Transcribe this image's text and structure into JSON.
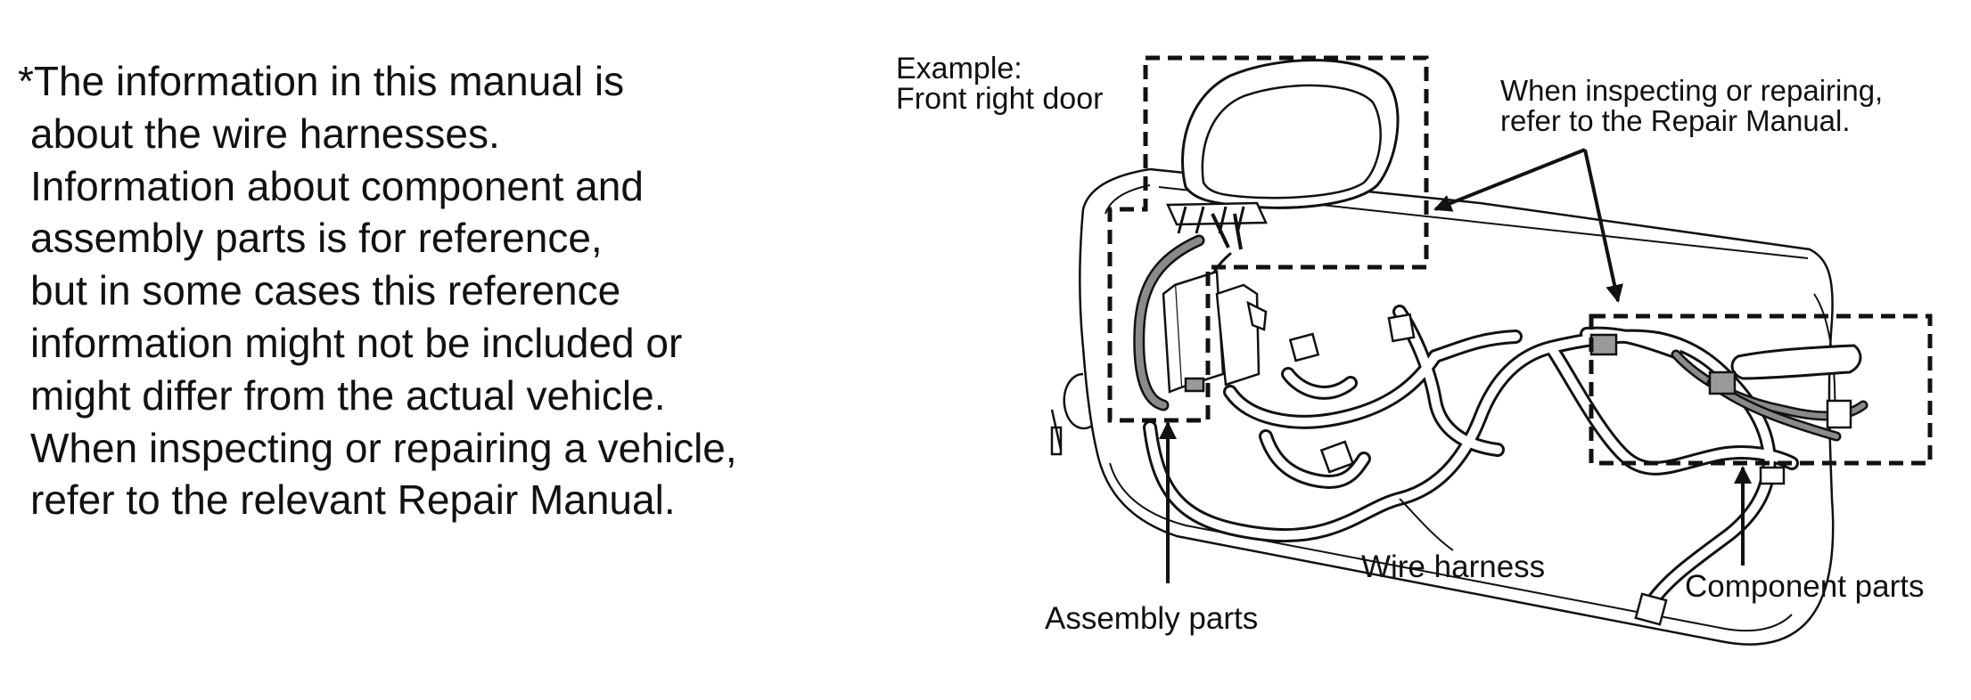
{
  "note": {
    "lines": [
      "*The information in this manual is",
      "about the wire harnesses.",
      "Information about component and",
      "assembly parts is for reference,",
      "but in some cases this reference",
      "information might not be included or",
      "might differ from the actual vehicle.",
      "When inspecting or repairing a vehicle,",
      "refer to the relevant Repair Manual."
    ]
  },
  "diagram": {
    "example_label": "Example:",
    "example_value": "Front right door",
    "callout_line1": "When inspecting or repairing,",
    "callout_line2": "refer to the Repair Manual.",
    "wire_harness_label": "Wire harness",
    "assembly_parts_label": "Assembly parts",
    "component_parts_label": "Component parts"
  },
  "colors": {
    "ink": "#111111",
    "wire_fill": "#ffffff",
    "wire_gray": "#8a8a8a",
    "connector_gray": "#9a9a9a"
  }
}
